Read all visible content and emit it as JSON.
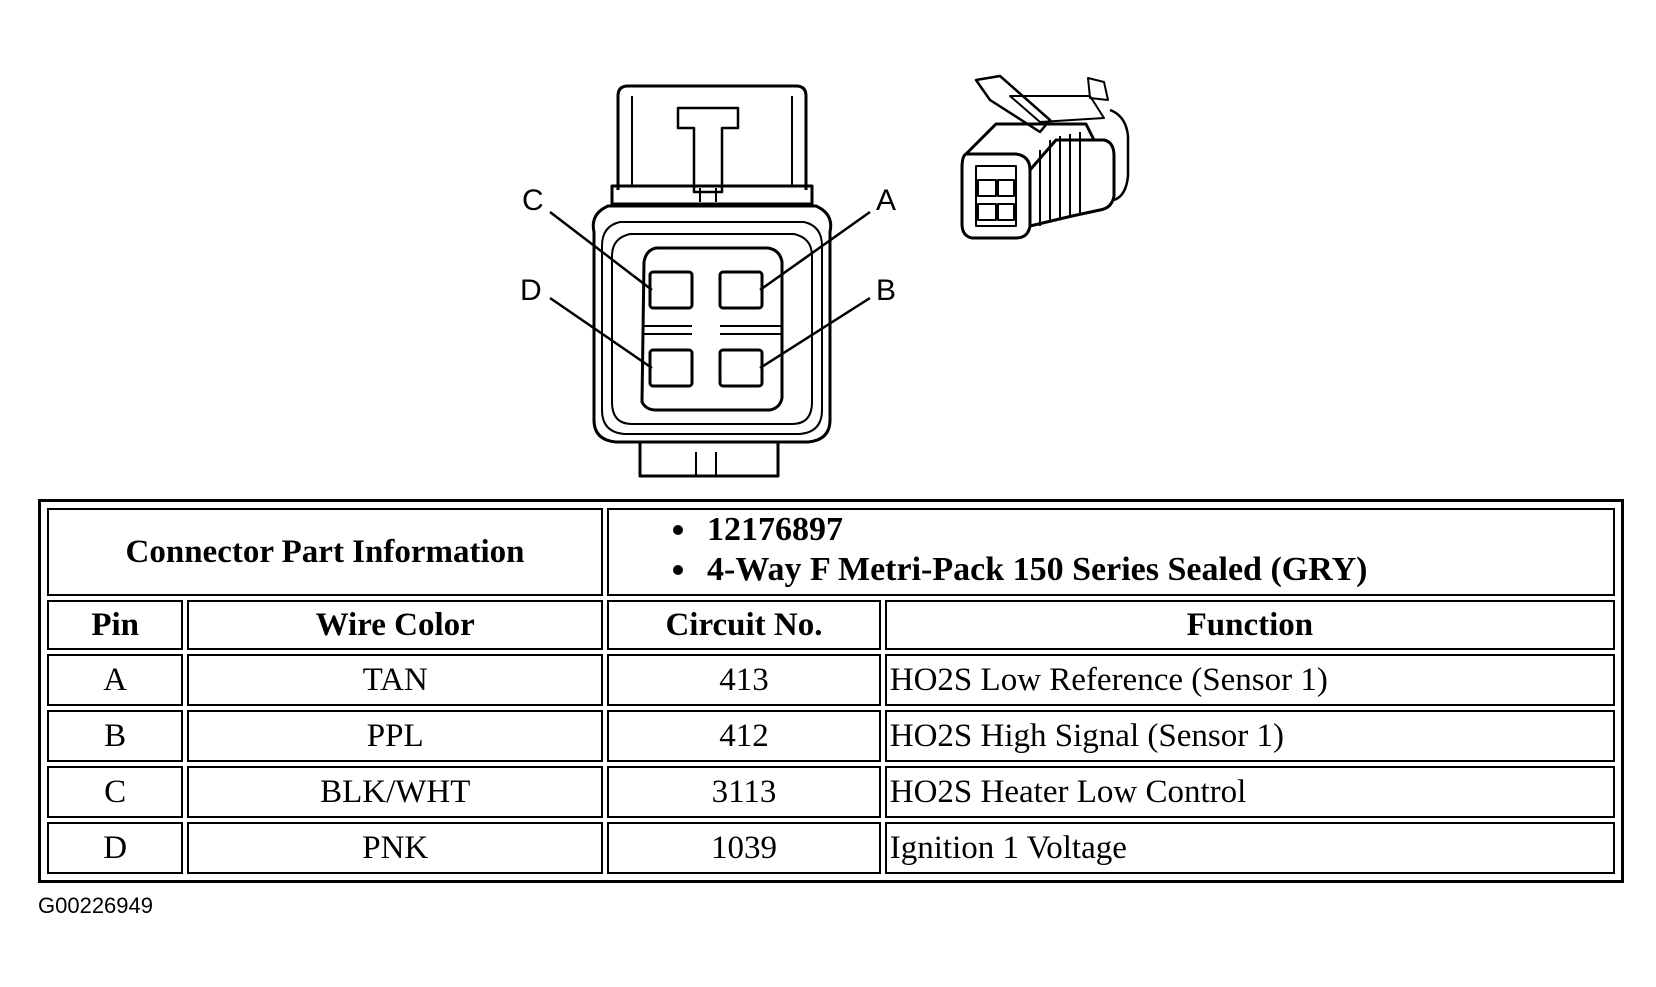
{
  "pin_labels": {
    "a": "A",
    "b": "B",
    "c": "C",
    "d": "D"
  },
  "table": {
    "info_label": "Connector Part Information",
    "info_values": [
      "12176897",
      "4-Way F Metri-Pack 150 Series Sealed (GRY)"
    ],
    "headers": {
      "pin": "Pin",
      "wire_color": "Wire Color",
      "circuit_no": "Circuit No.",
      "function": "Function"
    },
    "rows": [
      {
        "pin": "A",
        "wire_color": "TAN",
        "circuit_no": "413",
        "function": "HO2S Low Reference (Sensor 1)"
      },
      {
        "pin": "B",
        "wire_color": "PPL",
        "circuit_no": "412",
        "function": "HO2S High Signal (Sensor 1)"
      },
      {
        "pin": "C",
        "wire_color": "BLK/WHT",
        "circuit_no": "3113",
        "function": "HO2S Heater Low Control"
      },
      {
        "pin": "D",
        "wire_color": "PNK",
        "circuit_no": "1039",
        "function": "Ignition 1 Voltage"
      }
    ]
  },
  "reference_code": "G00226949",
  "icons": {
    "front_view": "connector-face-drawing",
    "iso_view": "connector-isometric-drawing"
  }
}
